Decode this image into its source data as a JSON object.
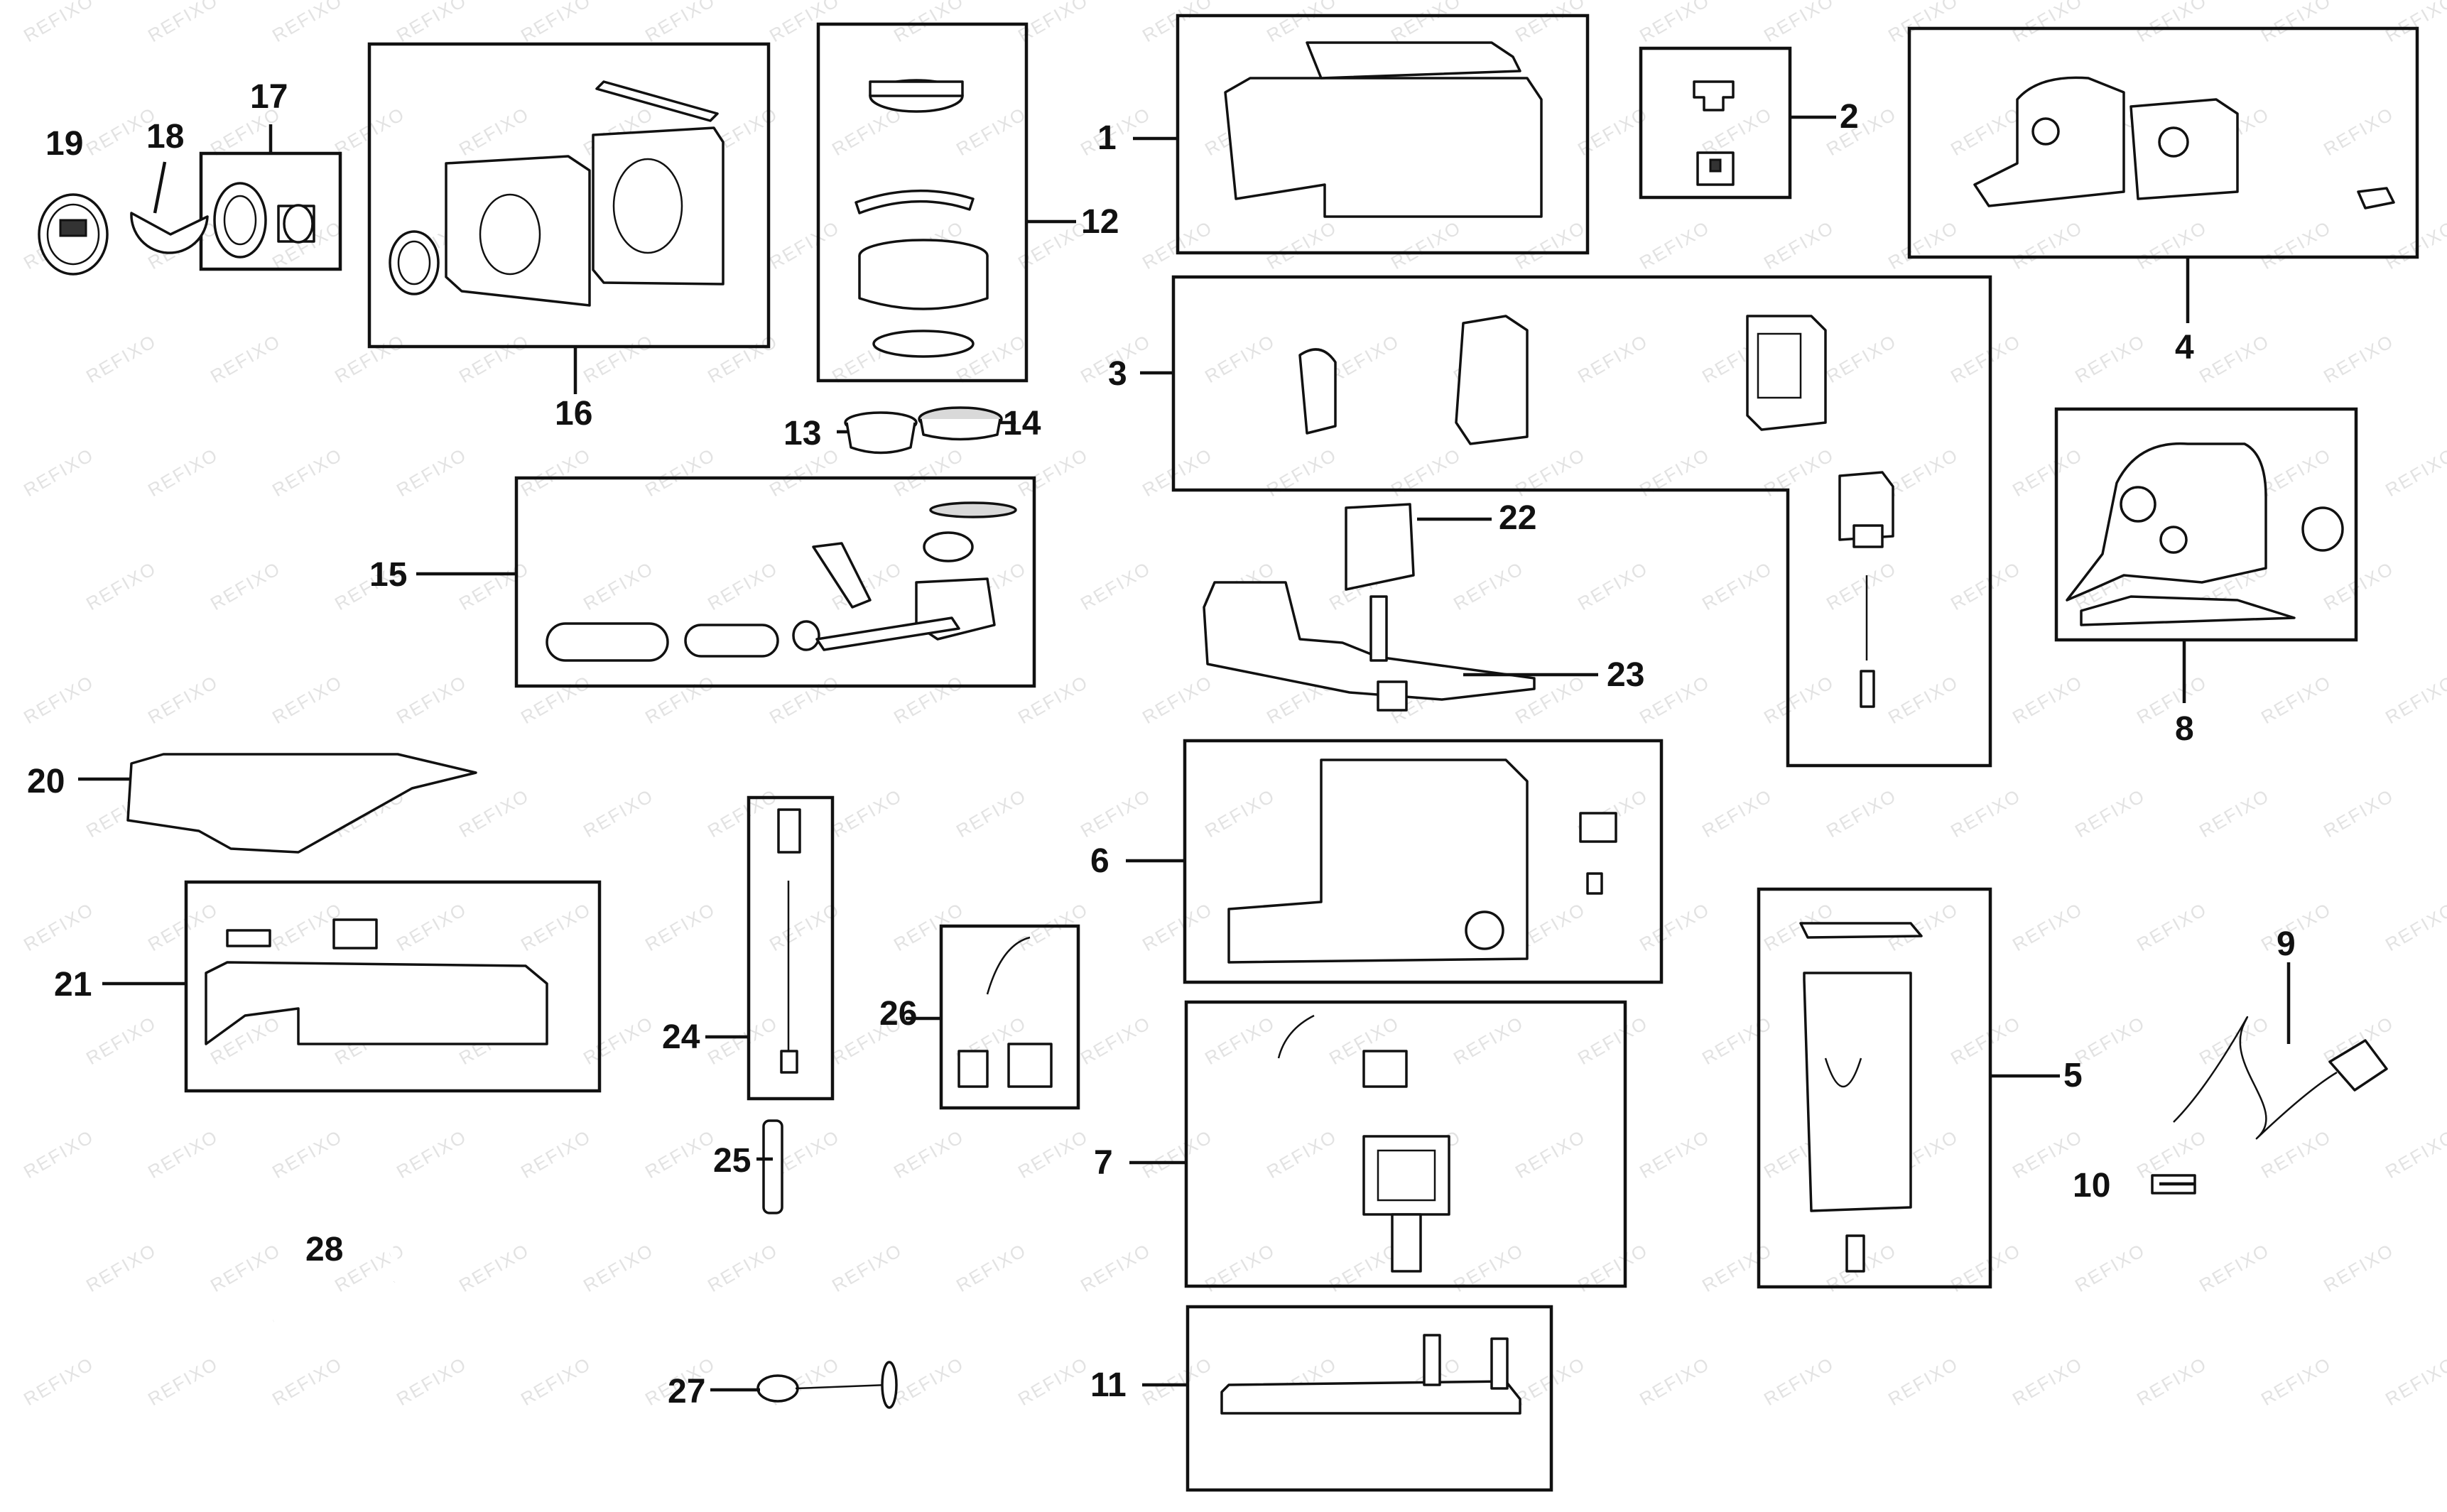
{
  "watermark": "REFIXO",
  "callouts": {
    "p1": "1",
    "p2": "2",
    "p3": "3",
    "p4": "4",
    "p5": "5",
    "p6": "6",
    "p7": "7",
    "p8": "8",
    "p9": "9",
    "p10": "10",
    "p11": "11",
    "p12": "12",
    "p13": "13",
    "p14": "14",
    "p15": "15",
    "p16": "16",
    "p17": "17",
    "p18": "18",
    "p19": "19",
    "p20": "20",
    "p21": "21",
    "p22": "22",
    "p23": "23",
    "p24": "24",
    "p25": "25",
    "p26": "26",
    "p27": "27",
    "p28": "28"
  },
  "colors": {
    "line": "#111111",
    "watermark": "#e2e2e2",
    "background": "#ffffff",
    "part_shade": "#d9d9d9"
  }
}
